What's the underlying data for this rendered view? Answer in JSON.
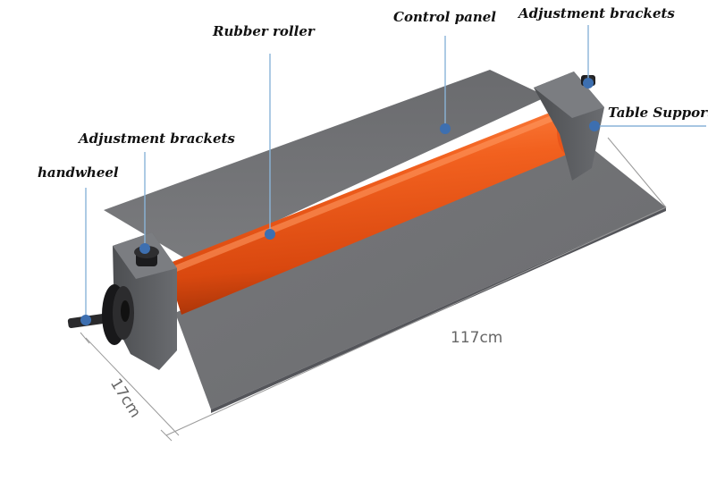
{
  "labels": {
    "rubber_roller": "Rubber roller",
    "control_panel": "Control panel",
    "adjustment_brackets_right": "Adjustment brackets",
    "table_support": "Table Support",
    "adjustment_brackets_left": "Adjustment brackets",
    "handwheel": "handwheel"
  },
  "dimensions": {
    "length": "117cm",
    "depth": "17cm"
  },
  "colors": {
    "roller": "#ef5a1e",
    "panel": "#6d6e70",
    "bracket": "#5e6063",
    "callout_line": "#8ab4d8",
    "callout_dot": "#3d6fb0"
  }
}
